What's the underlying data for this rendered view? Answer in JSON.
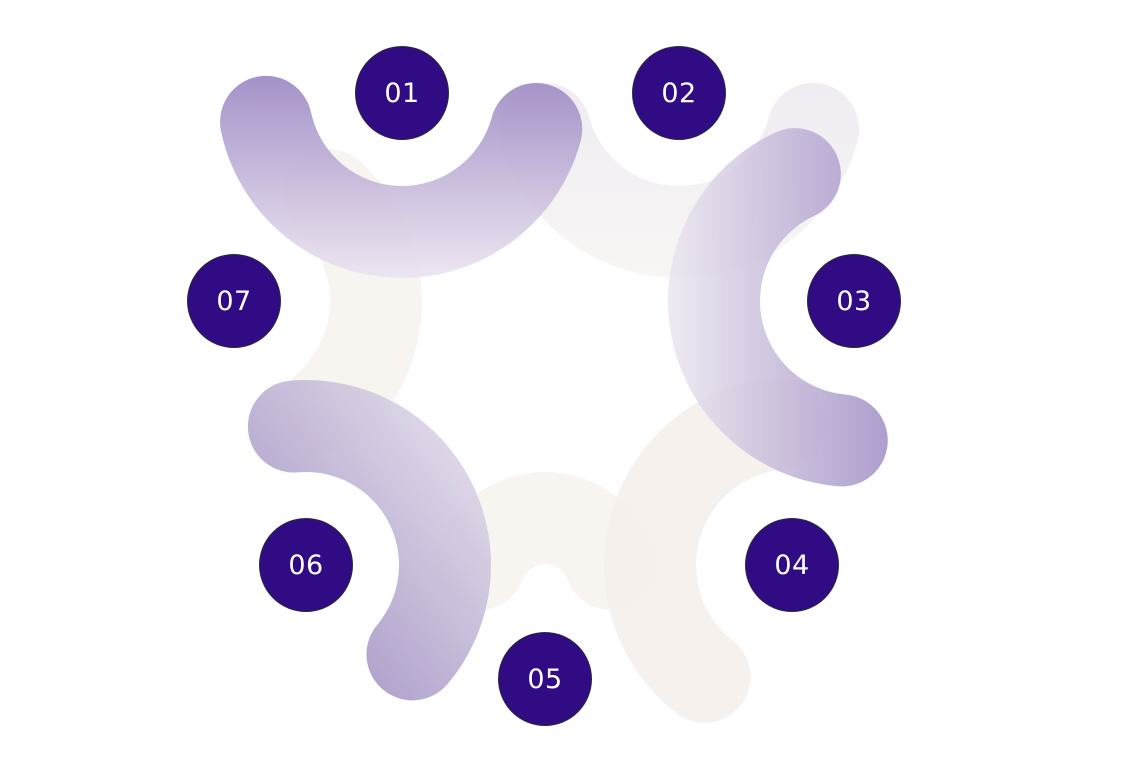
{
  "steps": [
    {
      "label": "01"
    },
    {
      "label": "02"
    },
    {
      "label": "03"
    },
    {
      "label": "04"
    },
    {
      "label": "05"
    },
    {
      "label": "06"
    },
    {
      "label": "07"
    }
  ],
  "colors": {
    "badge_fill": "#310b83",
    "badge_text": "#ffffff",
    "arc_purple": "#8f7bb8",
    "arc_light": "#ece7ea",
    "arc_cream": "#f8f3ee"
  }
}
